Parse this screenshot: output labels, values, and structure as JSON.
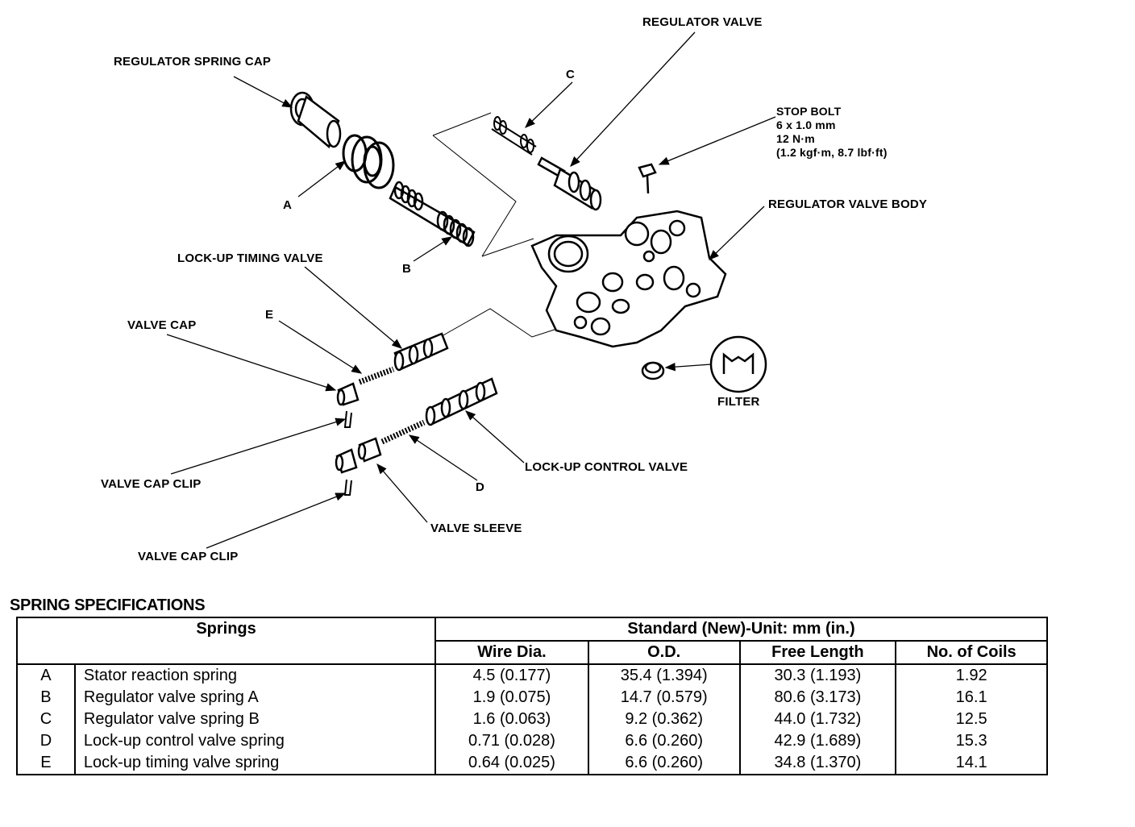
{
  "labels": {
    "regulator_valve": "REGULATOR VALVE",
    "regulator_spring_cap": "REGULATOR SPRING CAP",
    "c": "C",
    "stop_bolt": "STOP BOLT",
    "stop_bolt_size": "6 x 1.0 mm",
    "stop_bolt_torque": "12 N·m",
    "stop_bolt_torque_alt": "(1.2 kgf·m, 8.7 lbf·ft)",
    "regulator_valve_body": "REGULATOR VALVE BODY",
    "a": "A",
    "b": "B",
    "lock_up_timing_valve": "LOCK-UP TIMING VALVE",
    "e": "E",
    "valve_cap": "VALVE CAP",
    "filter": "FILTER",
    "lock_up_control_valve": "LOCK-UP CONTROL VALVE",
    "valve_cap_clip_1": "VALVE CAP CLIP",
    "d": "D",
    "valve_sleeve": "VALVE SLEEVE",
    "valve_cap_clip_2": "VALVE CAP CLIP"
  },
  "spec": {
    "title": "SPRING SPECIFICATIONS",
    "springs_header": "Springs",
    "standard_header": "Standard (New)-Unit: mm (in.)",
    "columns": [
      "Wire Dia.",
      "O.D.",
      "Free Length",
      "No. of Coils"
    ],
    "rows": [
      {
        "id": "A",
        "name": "Stator reaction spring",
        "wire": "4.5 (0.177)",
        "od": "35.4 (1.394)",
        "length": "30.3 (1.193)",
        "coils": "1.92"
      },
      {
        "id": "B",
        "name": "Regulator valve spring A",
        "wire": "1.9 (0.075)",
        "od": "14.7 (0.579)",
        "length": "80.6 (3.173)",
        "coils": "16.1"
      },
      {
        "id": "C",
        "name": "Regulator valve spring B",
        "wire": "1.6 (0.063)",
        "od": "9.2 (0.362)",
        "length": "44.0 (1.732)",
        "coils": "12.5"
      },
      {
        "id": "D",
        "name": "Lock-up control valve spring",
        "wire": "0.71 (0.028)",
        "od": "6.6 (0.260)",
        "length": "42.9 (1.689)",
        "coils": "15.3"
      },
      {
        "id": "E",
        "name": "Lock-up timing valve spring",
        "wire": "0.64 (0.025)",
        "od": "6.6 (0.260)",
        "length": "34.8 (1.370)",
        "coils": "14.1"
      }
    ]
  }
}
